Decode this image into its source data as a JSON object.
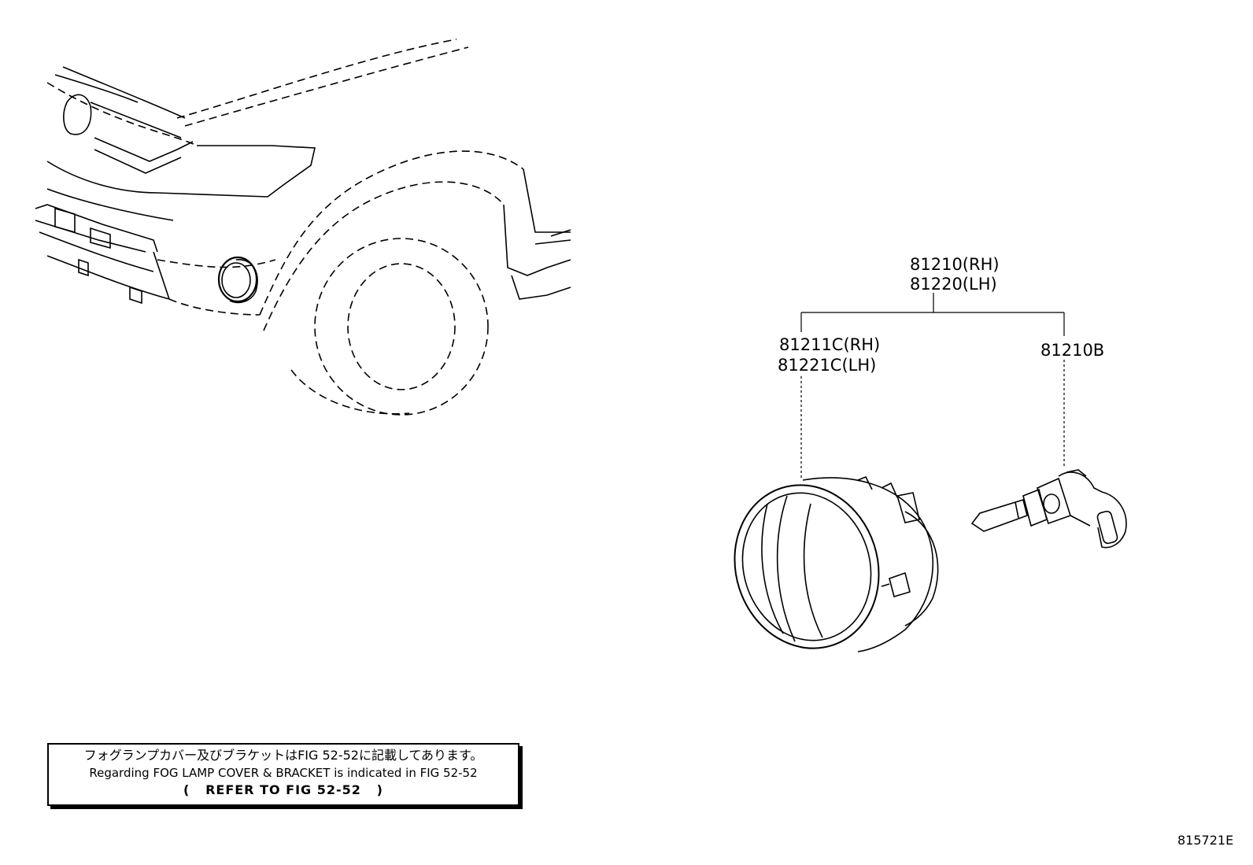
{
  "callouts": {
    "assembly_rh": "81210(RH)",
    "assembly_lh": "81220(LH)",
    "unit_rh": "81211C(RH)",
    "unit_lh": "81221C(LH)",
    "bulb": "81210B"
  },
  "note": {
    "japanese": "フォグランプカバー及びブラケットはFIG 52-52に記載してあります。",
    "english": "Regarding FOG LAMP COVER & BRACKET is indicated in FIG 52-52",
    "reference": "(   REFER TO FIG 52-52   )"
  },
  "figure_code": "815721E"
}
